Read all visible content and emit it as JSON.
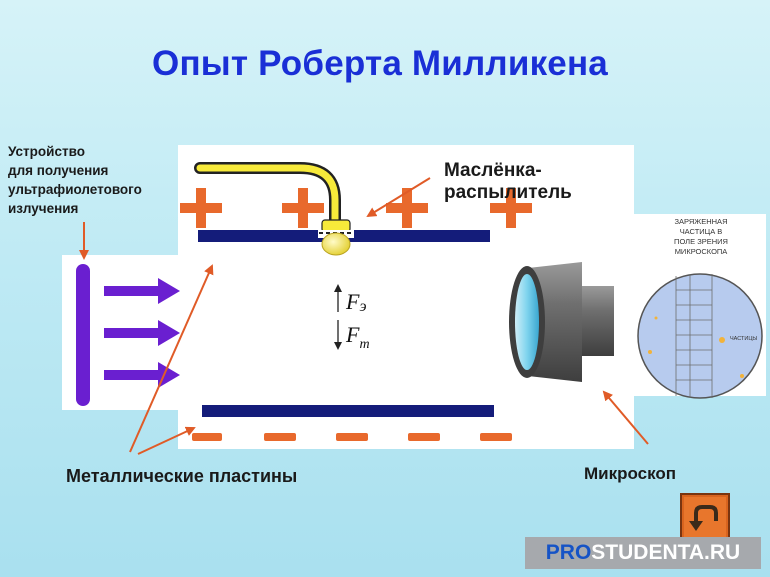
{
  "title": "Опыт  Роберта Милликена",
  "labels": {
    "uv_device": [
      "Устройство",
      "для получения",
      "ультрафиолетового",
      "излучения"
    ],
    "sprayer": [
      "Маслёнка-",
      "распылитель"
    ],
    "plates": "Металлические пластины",
    "microscope": "Микроскоп"
  },
  "forces": {
    "upper_symbol": "F",
    "upper_subscript": "э",
    "lower_symbol": "F",
    "lower_subscript": "т"
  },
  "inset_view": {
    "caption": [
      "ЗАРЯЖЕННАЯ",
      "ЧАСТИЦА В",
      "ПОЛЕ ЗРЕНИЯ",
      "МИКРОСКОПА"
    ],
    "particle_label": "ЧАСТИЦЫ"
  },
  "brand": {
    "prefix": "PRO",
    "rest": "STUDENTA.RU"
  },
  "colors": {
    "title": "#1a2fd6",
    "plate": "#141c7a",
    "plus_sign": "#e8692c",
    "minus_sign": "#e8692c",
    "uv_arrow": "#6a1fd0",
    "pointer_arrow": "#e05b27",
    "nozzle_tube": "#f7ea3a",
    "background": "#bfeaf4"
  },
  "icons": {
    "back_button": "return-arrow-icon"
  }
}
